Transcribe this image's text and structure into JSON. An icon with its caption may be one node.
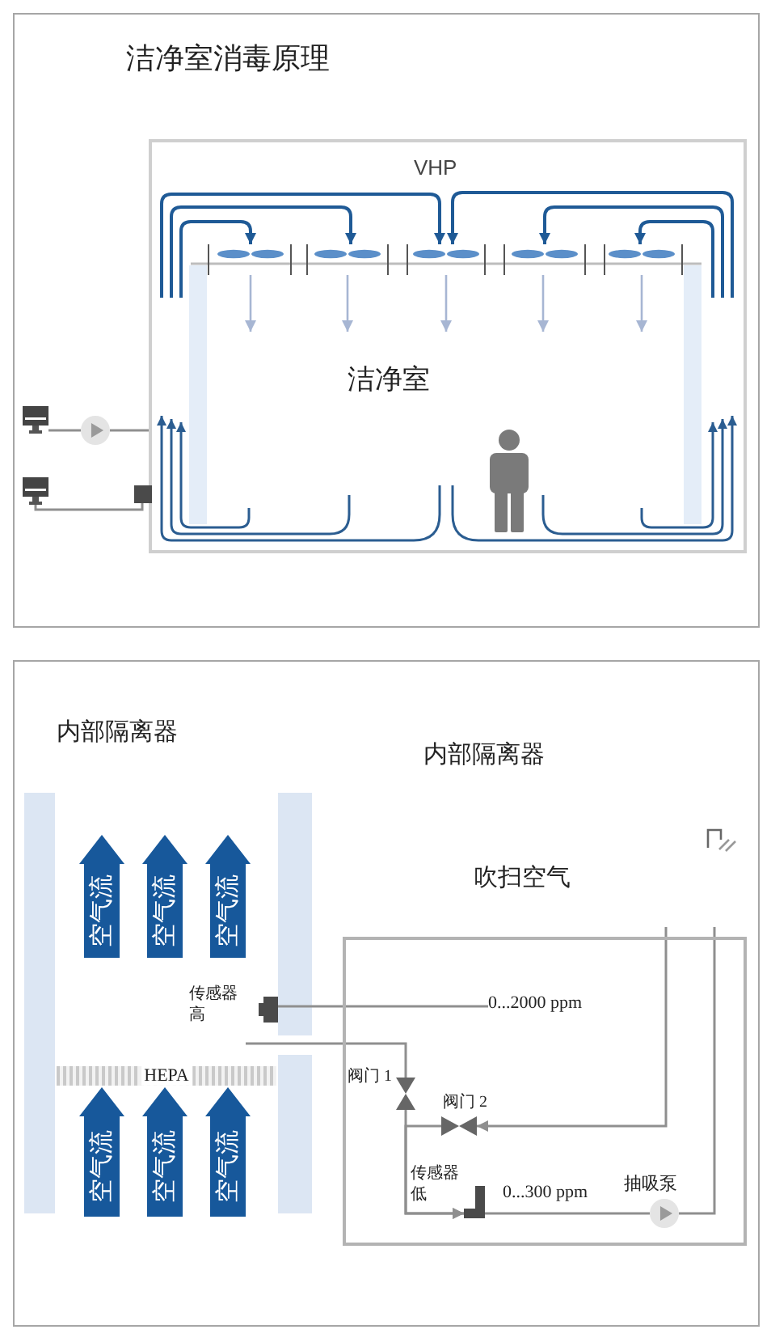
{
  "diagram": {
    "nodes": [
      {
        "text": [
          "洁净室消毒原理"
        ]
      },
      {
        "text": [
          "洁净室"
        ],
        "in": 0
      },
      {
        "text": [],
        "shape": "monitor",
        "in": 0
      },
      {
        "text": [],
        "shape": "circle",
        "in": 0
      },
      {
        "text": [],
        "shape": "monitor",
        "in": 0
      },
      {
        "text": [],
        "shape": "box",
        "in": 0
      },
      {
        "text": [
          "内部隔离器"
        ]
      },
      {
        "text": [
          "空气流"
        ],
        "in": 6
      },
      {
        "text": [
          "空气流"
        ],
        "in": 6
      },
      {
        "text": [
          "空气流"
        ],
        "in": 6
      },
      {
        "text": [],
        "shape": "box",
        "beside": [
          "传感器高"
        ],
        "in": 6
      },
      {
        "text": [
          "HEPA"
        ],
        "in": 6
      },
      {
        "text": [
          "空气流"
        ],
        "in": 6
      },
      {
        "text": [
          "空气流"
        ],
        "in": 6
      },
      {
        "text": [
          "空气流"
        ],
        "in": 6
      },
      {
        "text": [],
        "shape": "box",
        "in": 6
      },
      {
        "text": [
          "0...2000 ppm"
        ],
        "in": 15
      },
      {
        "text": [],
        "shape": "bowtie",
        "beside": [
          "阀门 1"
        ],
        "in": 15
      },
      {
        "text": [],
        "shape": "bowtie",
        "beside": [
          "阀门 2"
        ],
        "in": 15
      },
      {
        "text": [],
        "shape": "box",
        "beside": [
          "传感器低"
        ],
        "in": 15
      },
      {
        "text": [],
        "shape": "circle",
        "beside": [
          "抽吸泵"
        ],
        "in": 15
      }
    ],
    "edges": [
      {
        "from": 2,
        "to": 3,
        "arrow": "none"
      },
      {
        "from": 3,
        "to": 1,
        "arrow": "none"
      },
      {
        "from": 4,
        "to": 5,
        "arrow": "none"
      },
      {
        "from": 10,
        "to": 16,
        "arrow": "none"
      },
      {
        "from": null,
        "to": 17,
        "arrow": "none"
      },
      {
        "from": null,
        "to": 18,
        "arrow": "to"
      },
      {
        "from": 17,
        "to": 19,
        "arrow": "to"
      },
      {
        "from": 18,
        "to": 19,
        "arrow": "to"
      },
      {
        "from": 19,
        "to": 20,
        "arrow": "none"
      },
      {
        "from": 20,
        "to": null,
        "arrow": "none"
      }
    ],
    "labels": [
      "VHP",
      "内部隔离器",
      "吹扫空气",
      "0...300 ppm"
    ]
  }
}
